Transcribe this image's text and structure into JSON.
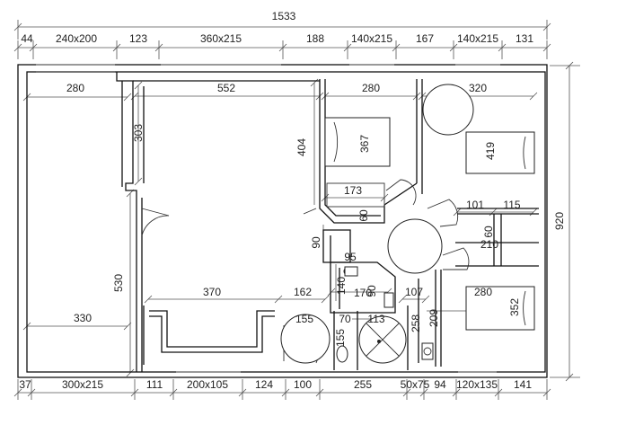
{
  "plan": {
    "overall_width": "1533",
    "overall_height": "920",
    "top_segments": [
      "44",
      "240x200",
      "123",
      "360x215",
      "188",
      "140x215",
      "167",
      "140x215",
      "131"
    ],
    "bottom_segments": [
      "37",
      "300x215",
      "111",
      "200x105",
      "124",
      "100",
      "255",
      "50x75",
      "94",
      "120x135",
      "141"
    ],
    "rooms": {
      "garage_top": "280",
      "garage_side": "530",
      "garage_bottom": "330",
      "hall_side": "303",
      "living_top": "552",
      "living_bottom": "370",
      "kitchen_width": "162",
      "bedroom1_width": "280",
      "bedroom1_bed": "367",
      "bedroom1_side": "404",
      "bedroom1_closet": "173",
      "bedroom1_closet_depth": "60",
      "bedroom2_width": "320",
      "bedroom2_bed": "419",
      "corridor_a": "101",
      "corridor_b": "115",
      "corridor_c": "60",
      "corridor_d": "210",
      "wc_side": "90",
      "wc_width": "95",
      "bath_a": "140",
      "bath_b": "170",
      "bath_c": "90",
      "bath_d": "107",
      "bath_e": "155",
      "bath_f": "155",
      "bath_g": "70",
      "bath_h": "113",
      "bath_i": "258",
      "bath_j": "209",
      "bedroom3_width": "280",
      "bedroom3_bed": "352"
    }
  }
}
